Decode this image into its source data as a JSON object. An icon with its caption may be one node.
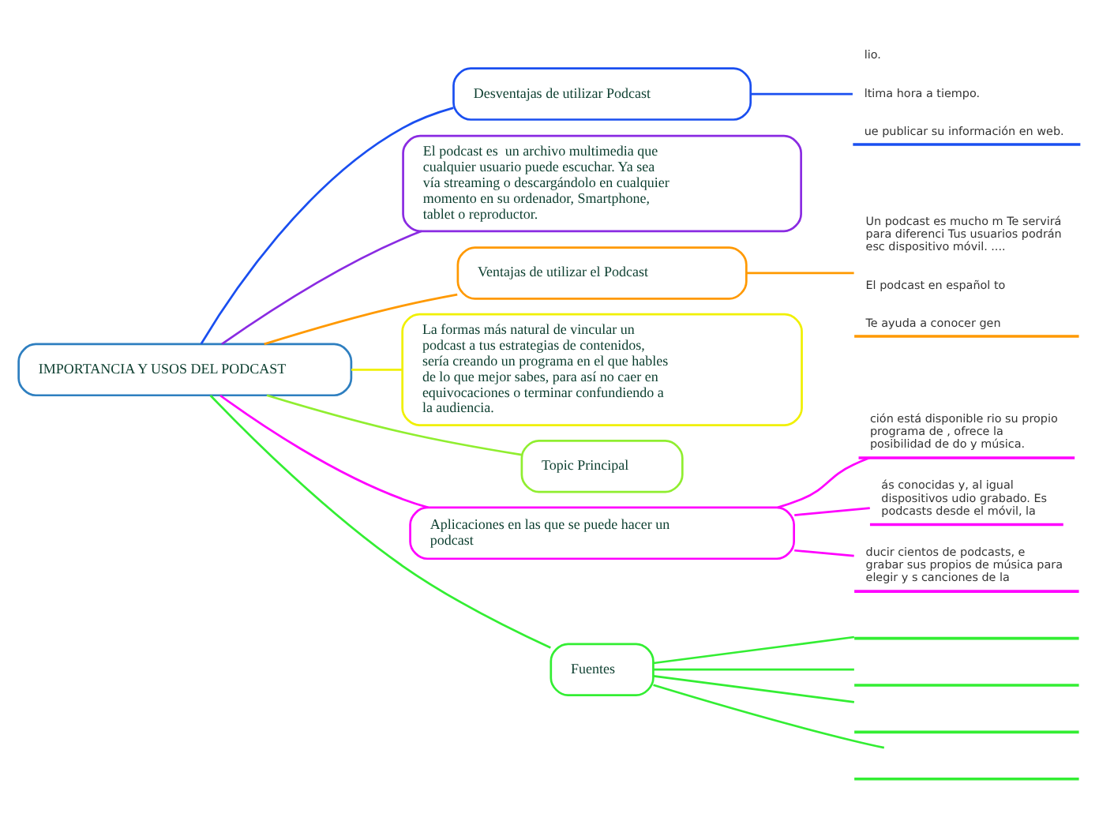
{
  "diagram": {
    "nodes": [
      {
        "text": [
          "IMPORTANCIA Y USOS DEL PODCAST"
        ]
      },
      {
        "text": [
          "Desventajas de utilizar Podcast"
        ]
      },
      {
        "text": [
          "lio.",
          "ltima hora a tiempo.",
          "ue publicar su información en web."
        ]
      },
      {
        "text": [
          "El podcast es  un archivo multimedia que cualquier usuario puede escuchar. Ya sea vía streaming o descargándolo en cualquier momento en su ordenador, Smartphone, tablet o reproductor."
        ]
      },
      {
        "text": [
          "Ventajas de utilizar el Podcast"
        ]
      },
      {
        "text": [
          "Un podcast es mucho m Te servirá para diferenci Tus usuarios podrán esc dispositivo móvil. ....",
          "El podcast en español to",
          "Te ayuda a conocer gen"
        ]
      },
      {
        "text": [
          "La formas más natural de vincular un podcast a tus estrategias de contenidos, sería creando un programa en el que hables de lo que mejor sabes, para así no caer en equivocaciones o terminar confundiendo a la audiencia."
        ]
      },
      {
        "text": [
          "Topic Principal"
        ]
      },
      {
        "text": [
          "Aplicaciones en las que se puede hacer un podcast"
        ]
      },
      {
        "text": [
          "ción está disponible rio su propio programa de , ofrece la posibilidad de do y música."
        ]
      },
      {
        "text": [
          "ás conocidas y, al igual dispositivos udio grabado. Es podcasts desde el móvil, la"
        ]
      },
      {
        "text": [
          "ducir cientos de podcasts, e grabar sus propios de música para elegir y s canciones de la"
        ]
      },
      {
        "text": [
          "Fuentes"
        ]
      },
      {
        "text": [],
        "shape": "bar"
      },
      {
        "text": [],
        "shape": "bar"
      },
      {
        "text": [],
        "shape": "bar"
      },
      {
        "text": [],
        "shape": "bar"
      }
    ],
    "edges": [
      {
        "from": 0,
        "to": 1,
        "arrow": "none",
        "color": "#1a4ff0"
      },
      {
        "from": 1,
        "to": 2,
        "arrow": "none",
        "color": "#1a4ff0"
      },
      {
        "from": 0,
        "to": 3,
        "arrow": "none",
        "color": "#8a2be2"
      },
      {
        "from": 0,
        "to": 4,
        "arrow": "none",
        "color": "#ff9900"
      },
      {
        "from": 4,
        "to": 5,
        "arrow": "none",
        "color": "#ff9900"
      },
      {
        "from": 0,
        "to": 6,
        "arrow": "none",
        "color": "#f0f000"
      },
      {
        "from": 0,
        "to": 7,
        "arrow": "none",
        "color": "#90ee30"
      },
      {
        "from": 0,
        "to": 8,
        "arrow": "none",
        "color": "#ff00ff"
      },
      {
        "from": 8,
        "to": 9,
        "arrow": "none",
        "color": "#ff00ff"
      },
      {
        "from": 8,
        "to": 10,
        "arrow": "none",
        "color": "#ff00ff"
      },
      {
        "from": 8,
        "to": 11,
        "arrow": "none",
        "color": "#ff00ff"
      },
      {
        "from": 0,
        "to": 12,
        "arrow": "none",
        "color": "#33ee33"
      },
      {
        "from": 12,
        "to": 13,
        "arrow": "none",
        "color": "#33ee33"
      },
      {
        "from": 12,
        "to": 14,
        "arrow": "none",
        "color": "#33ee33"
      },
      {
        "from": 12,
        "to": 15,
        "arrow": "none",
        "color": "#33ee33"
      },
      {
        "from": 12,
        "to": 16,
        "arrow": "none",
        "color": "#33ee33"
      }
    ]
  }
}
